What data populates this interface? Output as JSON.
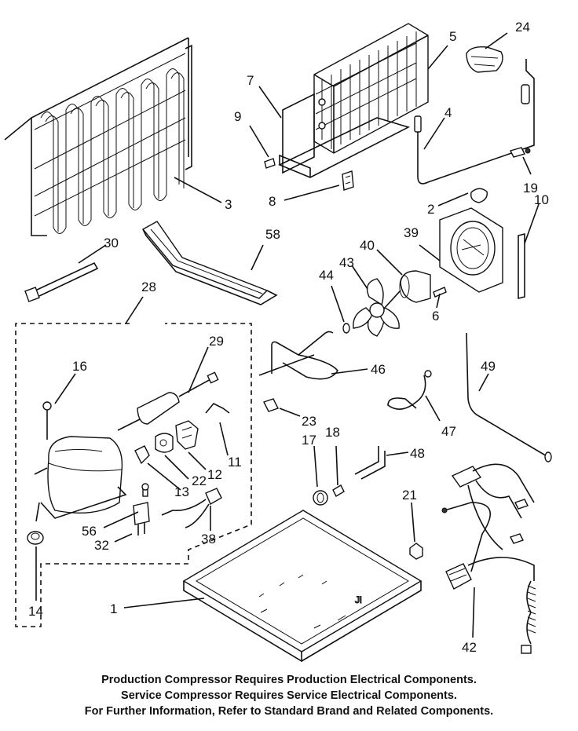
{
  "part_labels": {
    "p1": "1",
    "p2": "2",
    "p3": "3",
    "p4": "4",
    "p5": "5",
    "p6": "6",
    "p7": "7",
    "p8": "8",
    "p9": "9",
    "p10": "10",
    "p11": "11",
    "p12": "12",
    "p13": "13",
    "p14": "14",
    "p16": "16",
    "p17": "17",
    "p18": "18",
    "p19": "19",
    "p21": "21",
    "p22": "22",
    "p23": "23",
    "p24": "24",
    "p28": "28",
    "p29": "29",
    "p30": "30",
    "p32": "32",
    "p38": "38",
    "p39": "39",
    "p40": "40",
    "p42": "42",
    "p43": "43",
    "p44": "44",
    "p46": "46",
    "p47": "47",
    "p48": "48",
    "p49": "49",
    "p56": "56",
    "p58": "58"
  },
  "notes": {
    "line1": "Production Compressor Requires Production Electrical Components.",
    "line2": "Service Compressor Requires Service Electrical Components.",
    "line3": "For Further Information, Refer to Standard Brand and Related Components."
  }
}
